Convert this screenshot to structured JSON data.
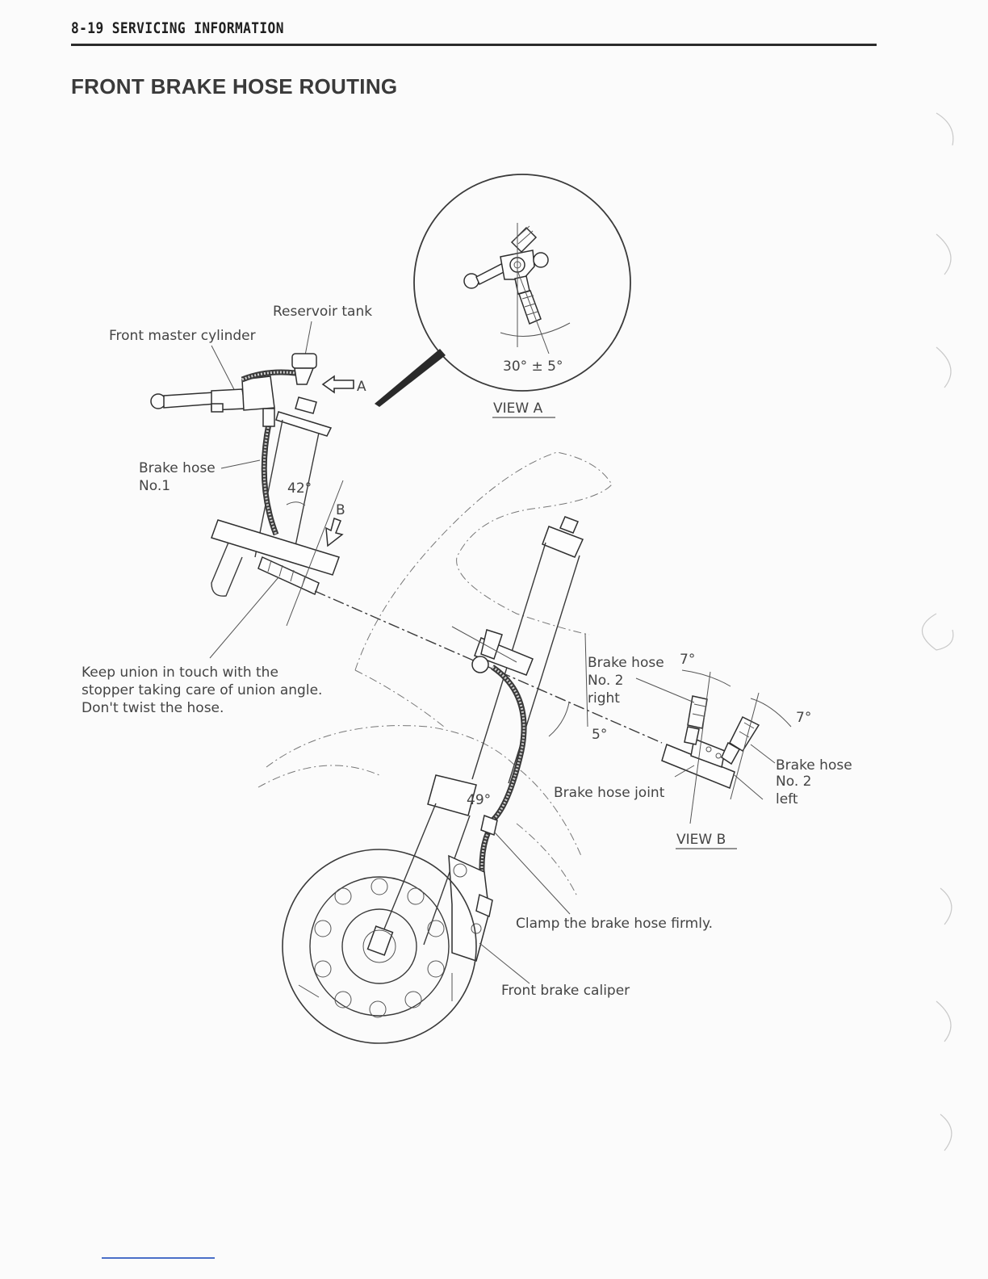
{
  "header": {
    "text": "8-19  SERVICING INFORMATION"
  },
  "title": "FRONT BRAKE HOSE ROUTING",
  "labels": {
    "reservoir_tank": "Reservoir tank",
    "front_master_cylinder": "Front master cylinder",
    "arrow_a": "A",
    "arrow_b": "B",
    "angle_30": "30° ± 5°",
    "view_a": "VIEW A",
    "brake_hose_no1_line1": "Brake hose",
    "brake_hose_no1_line2": "No.1",
    "angle_42": "42°",
    "keep_union_line1": "Keep union in touch with the",
    "keep_union_line2": "stopper taking care of union angle.",
    "keep_union_line3": "Don't twist the hose.",
    "brake_hose_no2_right_line1": "Brake hose",
    "brake_hose_no2_right_line2": "No. 2",
    "brake_hose_no2_right_line3": "right",
    "angle_7_right": "7°",
    "angle_7_left": "7°",
    "angle_5": "5°",
    "brake_hose_no2_left_line1": "Brake hose",
    "brake_hose_no2_left_line2": "No. 2",
    "brake_hose_no2_left_line3": "left",
    "brake_hose_joint": "Brake hose joint",
    "angle_49": "49°",
    "view_b": "VIEW B",
    "clamp": "Clamp the brake hose firmly.",
    "front_brake_caliper": "Front brake caliper"
  }
}
